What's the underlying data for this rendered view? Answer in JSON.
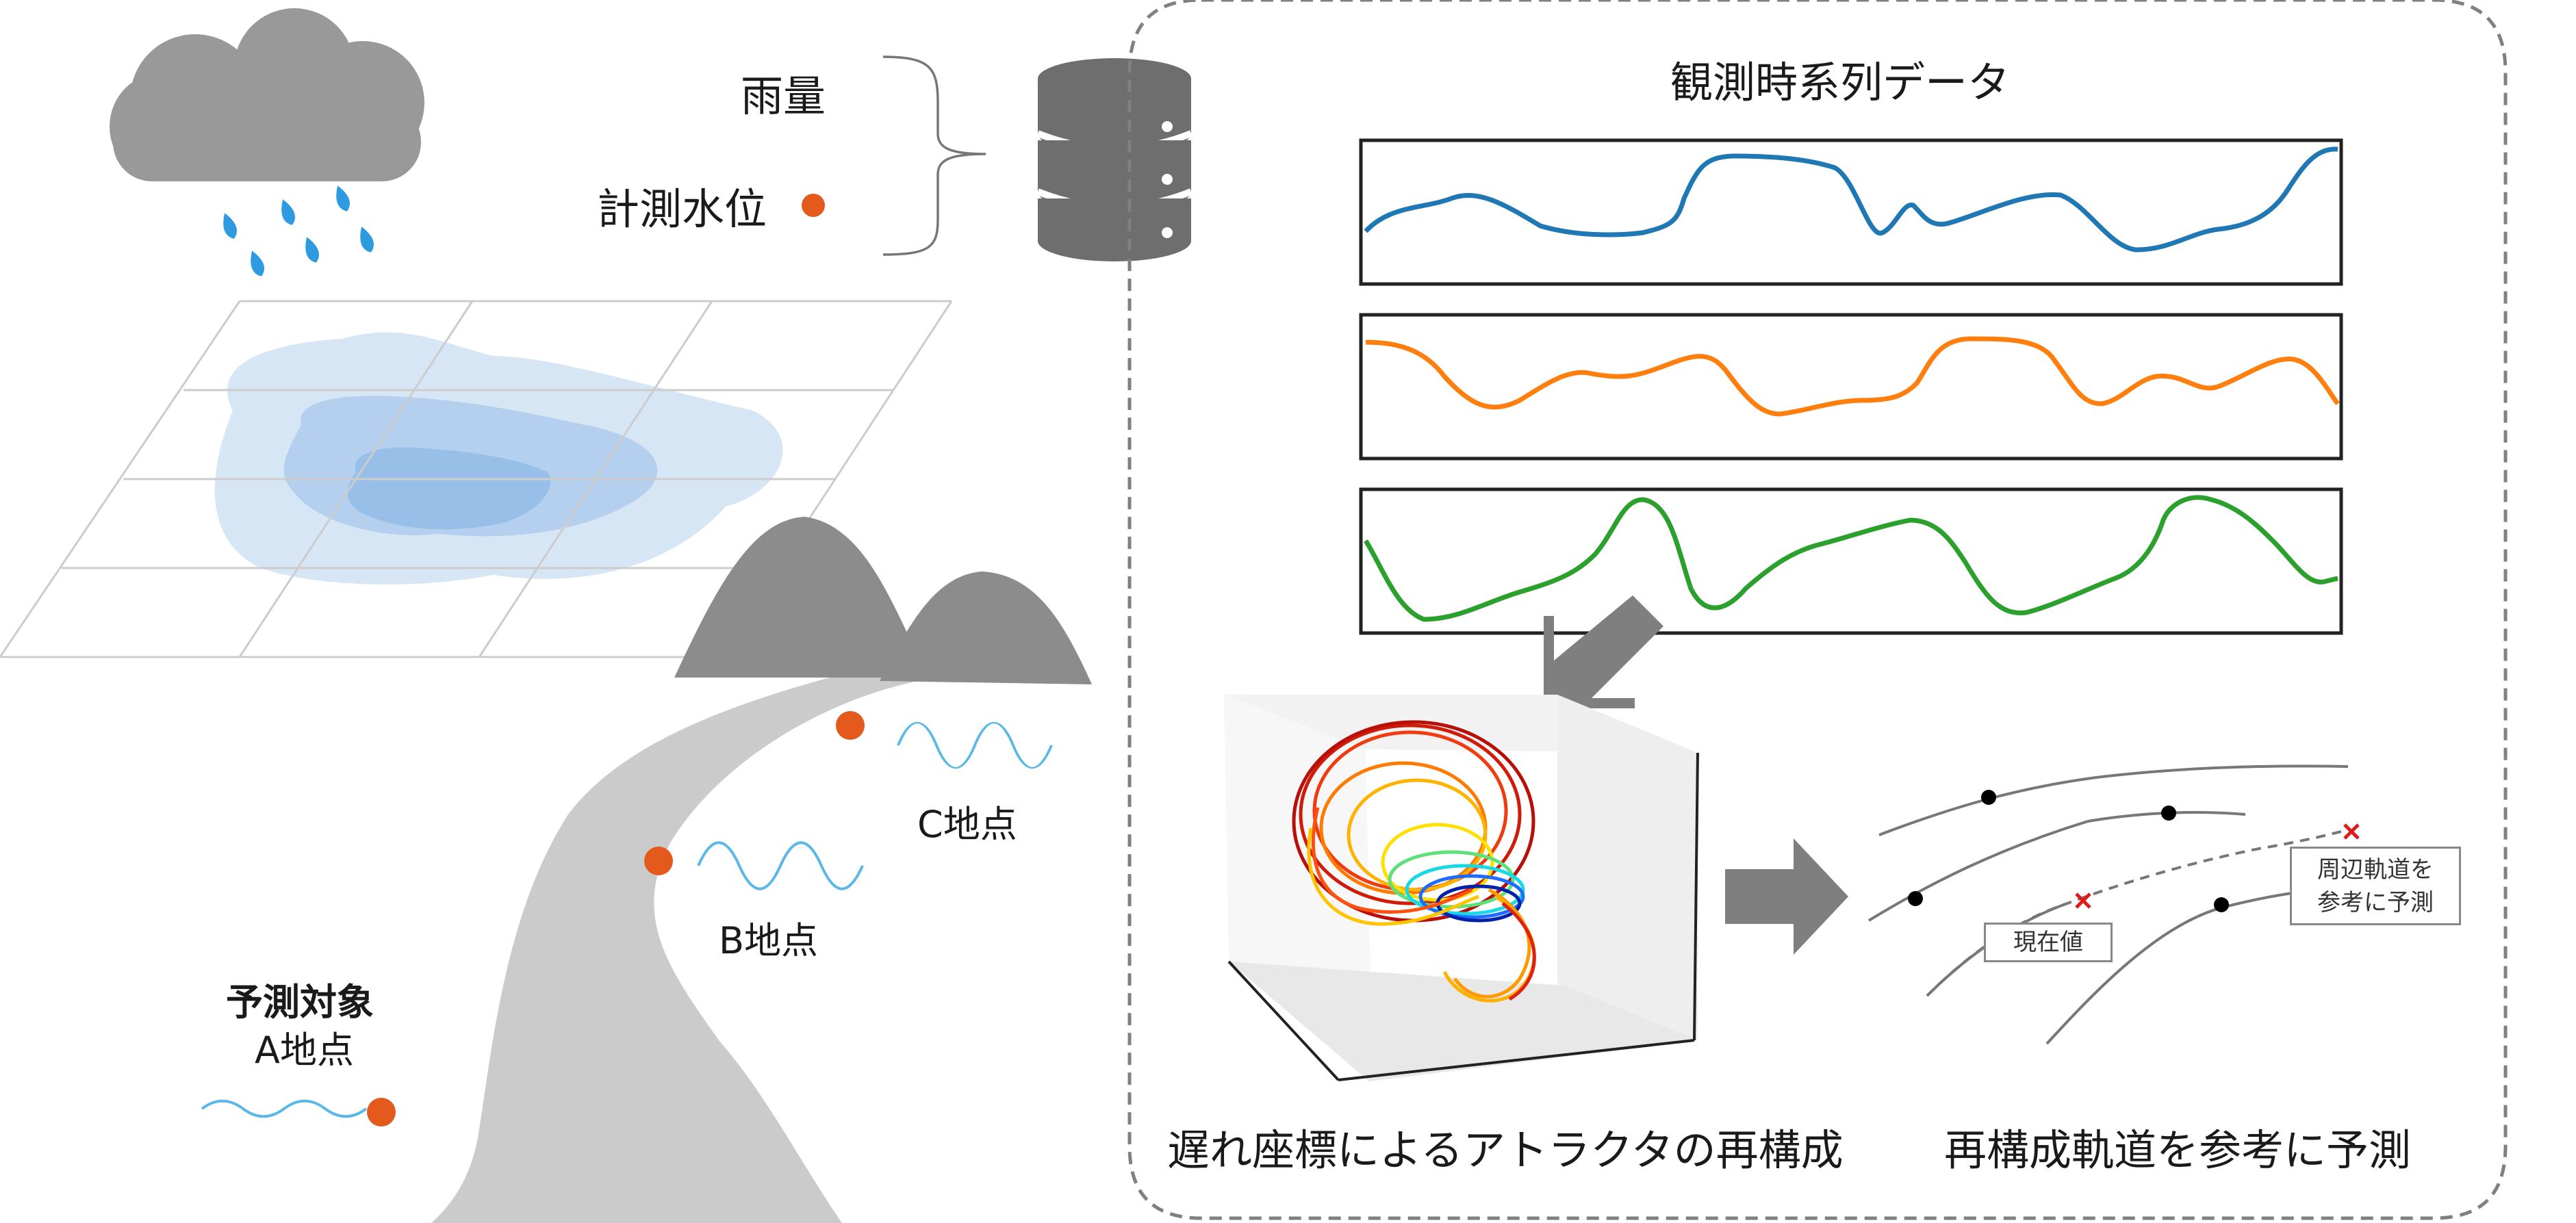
{
  "inputs": {
    "rain_label": "雨量",
    "water_level_label": "計測水位"
  },
  "locations": {
    "target_bold": "予測対象",
    "a_label": "A地点",
    "b_label": "B地点",
    "c_label": "C地点"
  },
  "panel": {
    "series_title": "観測時系列データ",
    "reconstruction_caption": "遅れ座標によるアトラクタの再構成",
    "prediction_caption": "再構成軌道を参考に予測",
    "current_value_label": "現在値",
    "neighbor_label_line1": "周辺軌道を",
    "neighbor_label_line2": "参考に予測"
  },
  "colors": {
    "station_marker": "#e35a1c",
    "series_blue": "#1f77b4",
    "series_orange": "#ff7f0e",
    "series_green": "#2ca02c",
    "mountain": "#8c8c8c",
    "river": "#cbcbcb",
    "rain_drop": "#2e9be0",
    "cloud": "#999999",
    "prediction_cross": "#e01b1b"
  },
  "icons": [
    "cloud-icon",
    "rain-drop-icon",
    "database-icon",
    "arrow-icon",
    "cross-icon"
  ]
}
